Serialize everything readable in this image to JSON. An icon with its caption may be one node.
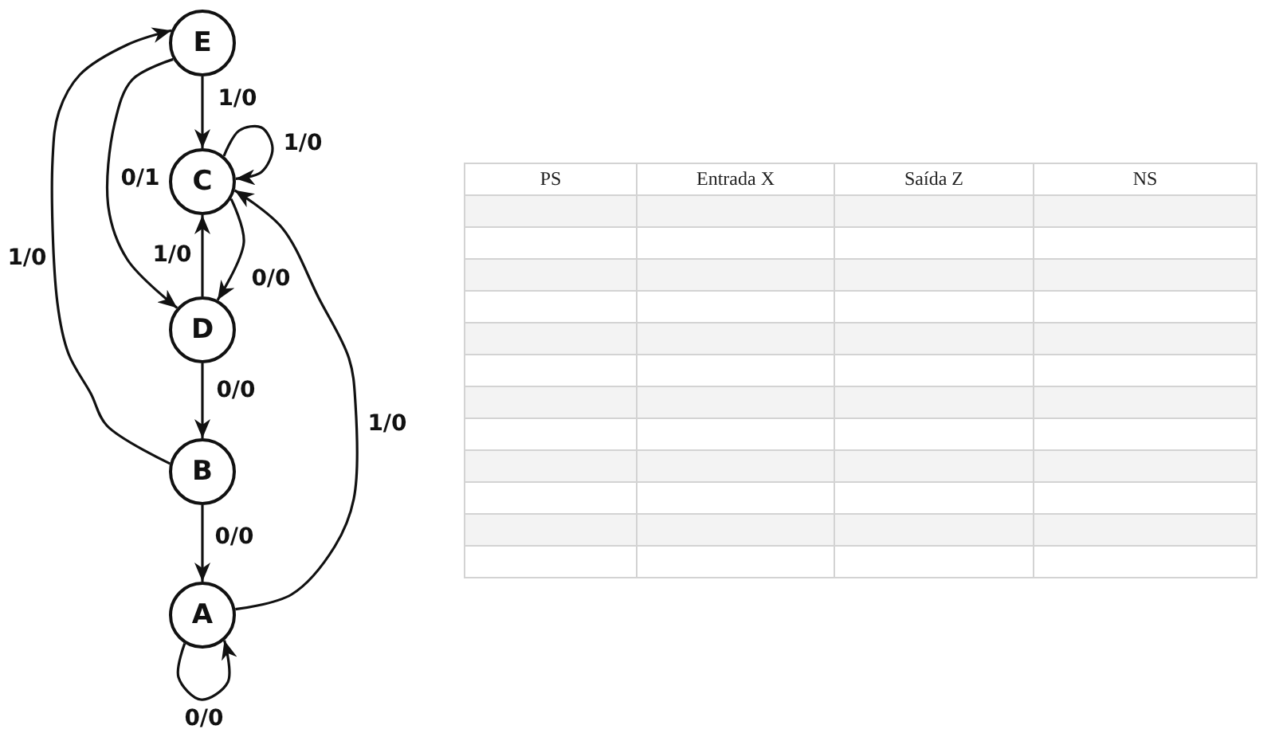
{
  "diagram": {
    "nodes": [
      {
        "text": [
          "E"
        ]
      },
      {
        "text": [
          "C"
        ]
      },
      {
        "text": [
          "D"
        ]
      },
      {
        "text": [
          "B"
        ]
      },
      {
        "text": [
          "A"
        ]
      }
    ],
    "edges": [
      {
        "from": 0,
        "to": 1,
        "arrow": "to",
        "label": "1/0"
      },
      {
        "from": 1,
        "to": 1,
        "arrow": "to",
        "label": "1/0"
      },
      {
        "from": 0,
        "to": 2,
        "arrow": "to",
        "label": "0/1"
      },
      {
        "from": 2,
        "to": 1,
        "arrow": "to",
        "label": "1/0"
      },
      {
        "from": 1,
        "to": 2,
        "arrow": "to",
        "label": "0/0"
      },
      {
        "from": 2,
        "to": 3,
        "arrow": "to",
        "label": "0/0"
      },
      {
        "from": 3,
        "to": 4,
        "arrow": "to",
        "label": "0/0"
      },
      {
        "from": 4,
        "to": 4,
        "arrow": "to",
        "label": "0/0"
      },
      {
        "from": 4,
        "to": 1,
        "arrow": "to",
        "label": "1/0"
      },
      {
        "from": 3,
        "to": 0,
        "arrow": "to",
        "label": "1/0"
      }
    ],
    "labels": [
      "PS",
      "Entrada X",
      "Saída Z",
      "NS"
    ]
  }
}
